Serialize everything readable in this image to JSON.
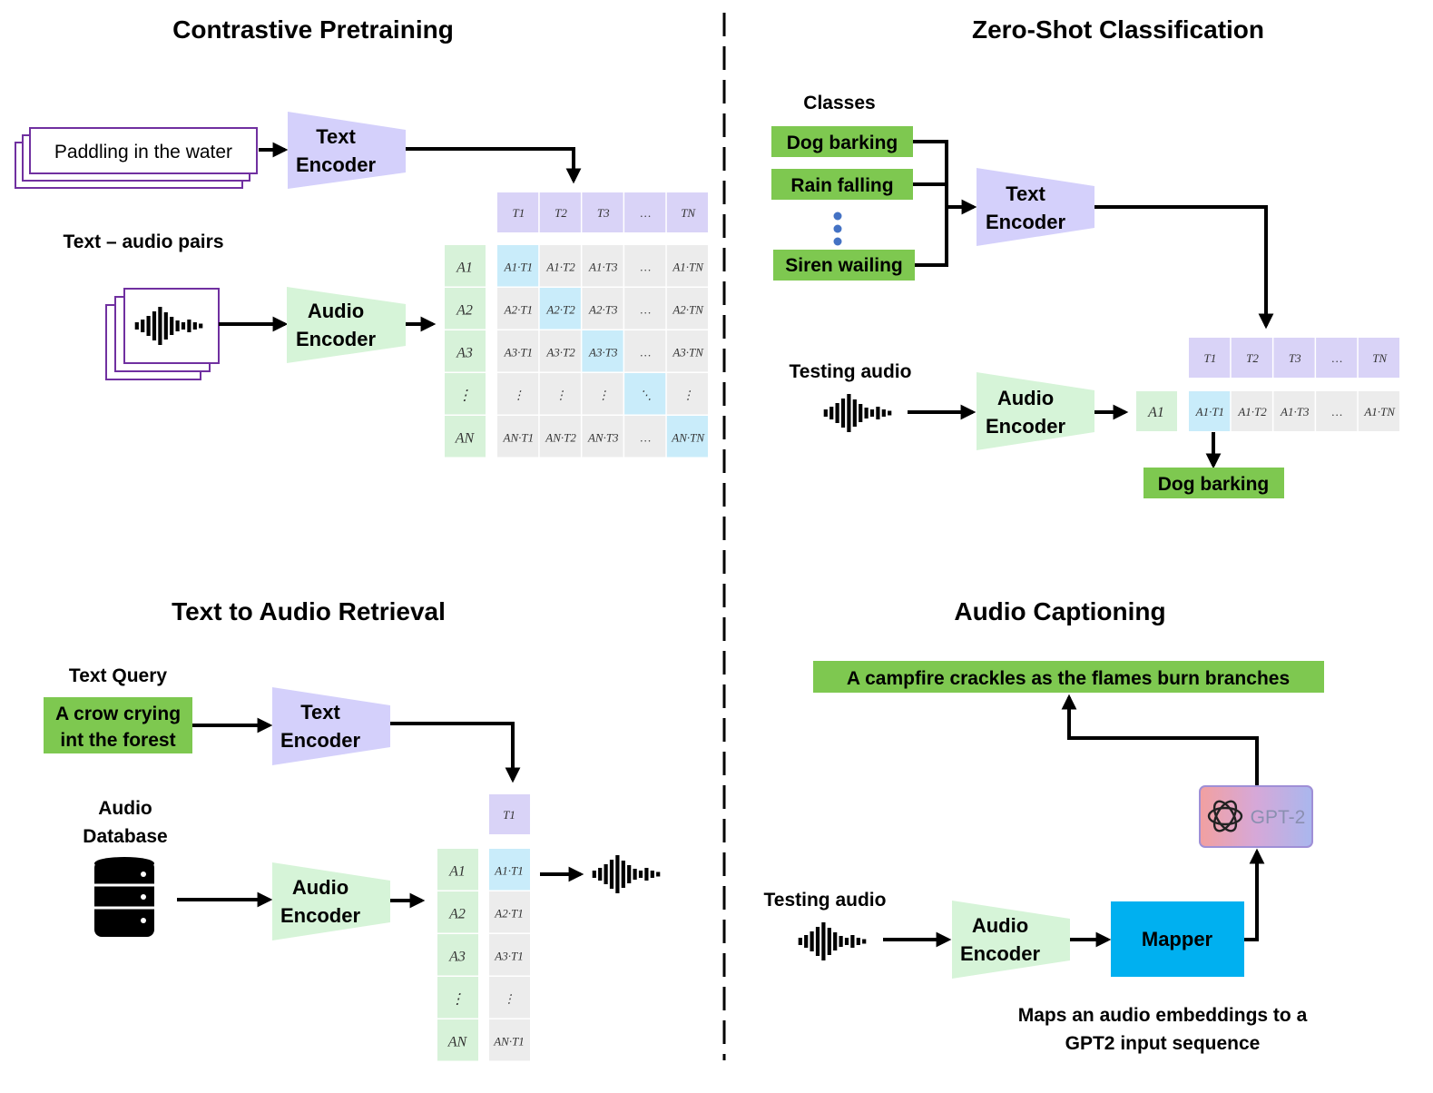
{
  "colors": {
    "encoder_text": "#d4d0fb",
    "encoder_audio": "#d6f4d8",
    "green_label": "#7ec850",
    "header_cell": "#d9d3f7",
    "row_cell": "#d7f2d9",
    "matrix_cell": "#ececec",
    "diag_cell": "#c9ecfa",
    "mapper": "#00b0f0",
    "outline_purple": "#7030a0"
  },
  "panels": {
    "contrastive": {
      "title": "Contrastive Pretraining",
      "text_input": "Paddling in the water",
      "pairs_label": "Text – audio pairs",
      "text_encoder": [
        "Text",
        "Encoder"
      ],
      "audio_encoder": [
        "Audio",
        "Encoder"
      ],
      "col_headers": [
        "T1",
        "T2",
        "T3",
        "…",
        "TN"
      ],
      "row_headers": [
        "A1",
        "A2",
        "A3",
        "⋮",
        "AN"
      ],
      "cells": [
        [
          "A1·T1",
          "A1·T2",
          "A1·T3",
          "…",
          "A1·TN"
        ],
        [
          "A2·T1",
          "A2·T2",
          "A2·T3",
          "…",
          "A2·TN"
        ],
        [
          "A3·T1",
          "A3·T2",
          "A3·T3",
          "…",
          "A3·TN"
        ],
        [
          "⋮",
          "⋮",
          "⋮",
          "⋱",
          "⋮"
        ],
        [
          "AN·T1",
          "AN·T2",
          "AN·T3",
          "…",
          "AN·TN"
        ]
      ]
    },
    "zeroshot": {
      "title": "Zero-Shot Classification",
      "classes_label": "Classes",
      "classes": [
        "Dog barking",
        "Rain falling",
        "Siren wailing"
      ],
      "testing_label": "Testing audio",
      "text_encoder": [
        "Text",
        "Encoder"
      ],
      "audio_encoder": [
        "Audio",
        "Encoder"
      ],
      "col_headers": [
        "T1",
        "T2",
        "T3",
        "…",
        "TN"
      ],
      "row_header": "A1",
      "cells": [
        "A1·T1",
        "A1·T2",
        "A1·T3",
        "…",
        "A1·TN"
      ],
      "result": "Dog barking"
    },
    "retrieval": {
      "title": "Text to Audio Retrieval",
      "query_label": "Text Query",
      "query": [
        "A crow crying",
        "int the forest"
      ],
      "database_label": [
        "Audio",
        "Database"
      ],
      "text_encoder": [
        "Text",
        "Encoder"
      ],
      "audio_encoder": [
        "Audio",
        "Encoder"
      ],
      "col_header": "T1",
      "row_headers": [
        "A1",
        "A2",
        "A3",
        "⋮",
        "AN"
      ],
      "cells": [
        "A1·T1",
        "A2·T1",
        "A3·T1",
        "⋮",
        "AN·T1"
      ]
    },
    "captioning": {
      "title": "Audio Captioning",
      "caption": "A campfire crackles as the flames burn branches",
      "testing_label": "Testing audio",
      "audio_encoder": [
        "Audio",
        "Encoder"
      ],
      "mapper": "Mapper",
      "gpt_label": "GPT-2",
      "note": [
        "Maps an audio embeddings to a",
        "GPT2 input sequence"
      ]
    }
  }
}
